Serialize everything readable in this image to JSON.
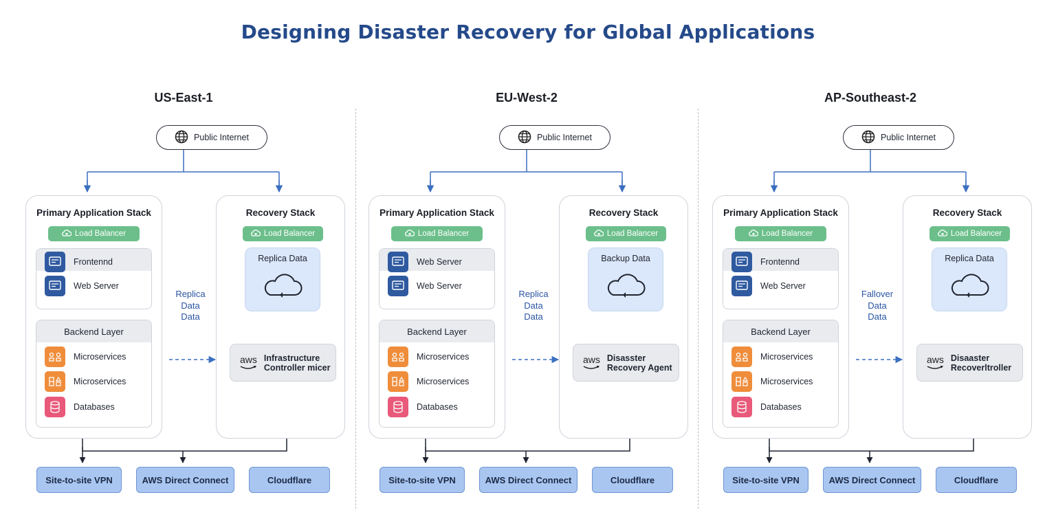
{
  "title": "Designing Disaster Recovery for Global Applications",
  "regions": [
    {
      "name": "US-East-1",
      "internet": "Public Internet",
      "primary": {
        "title": "Primary Application Stack",
        "load_balancer": "Load Balancer",
        "web_group": [
          "Frontennd",
          "Web Server"
        ],
        "backend_title": "Backend Layer",
        "backend": [
          "Microservices",
          "Microservices",
          "Databases"
        ]
      },
      "replication_label": [
        "Replica",
        "Data",
        "Data"
      ],
      "recovery": {
        "title": "Recovery Stack",
        "load_balancer": "Load Balancer",
        "data_title": "Replica Data",
        "aws_label": [
          "Infrastructure",
          "Controller micer"
        ]
      },
      "connections": [
        "Site-to-site VPN",
        "AWS Direct Connect",
        "Cloudflare"
      ]
    },
    {
      "name": "EU-West-2",
      "internet": "Public Internet",
      "primary": {
        "title": "Primary Application Stack",
        "load_balancer": "Load Balancer",
        "web_group": [
          "Web Server",
          "Web Server"
        ],
        "backend_title": "Backend Layer",
        "backend": [
          "Microservices",
          "Microservices",
          "Databases"
        ]
      },
      "replication_label": [
        "Replica",
        "Data",
        "Data"
      ],
      "recovery": {
        "title": "Recovery Stack",
        "load_balancer": "Load Balancer",
        "data_title": "Backup Data",
        "aws_label": [
          "Disasster",
          "Recovery Agent"
        ]
      },
      "connections": [
        "Site-to-site VPN",
        "AWS Direct Connect",
        "Cloudflare"
      ]
    },
    {
      "name": "AP-Southeast-2",
      "internet": "Public Internet",
      "primary": {
        "title": "Primary Application Stack",
        "load_balancer": "Load Balancer",
        "web_group": [
          "Frontennd",
          "Web Server"
        ],
        "backend_title": "Backend Layer",
        "backend": [
          "Microservices",
          "Microservices",
          "Databases"
        ]
      },
      "replication_label": [
        "Fallover",
        "Data",
        "Data"
      ],
      "recovery": {
        "title": "Recovery Stack",
        "load_balancer": "Load Balancer",
        "data_title": "Replica Data",
        "aws_label": [
          "Disaaster",
          "Recoverltroller"
        ]
      },
      "connections": [
        "Site-to-site VPN",
        "AWS Direct Connect",
        "Cloudflare"
      ]
    }
  ],
  "aws_logo_text": "aws",
  "colors": {
    "title": "#254a8a",
    "load_balancer": "#6cbf8b",
    "connector_fill": "#a9c6f1",
    "data_card": "#dbe7fa",
    "server_icon": "#2f5aa0",
    "microservice_icon": "#ef8d3b",
    "database_icon": "#e8597a",
    "arrow_blue": "#3b6fc0"
  },
  "icons": {
    "internet": "globe-icon",
    "load_balancer": "cloud-lock-icon",
    "server": "server-icon",
    "microservice": "microservice-icon",
    "database": "database-icon",
    "data": "cloud-sync-icon",
    "aws": "aws-logo"
  }
}
